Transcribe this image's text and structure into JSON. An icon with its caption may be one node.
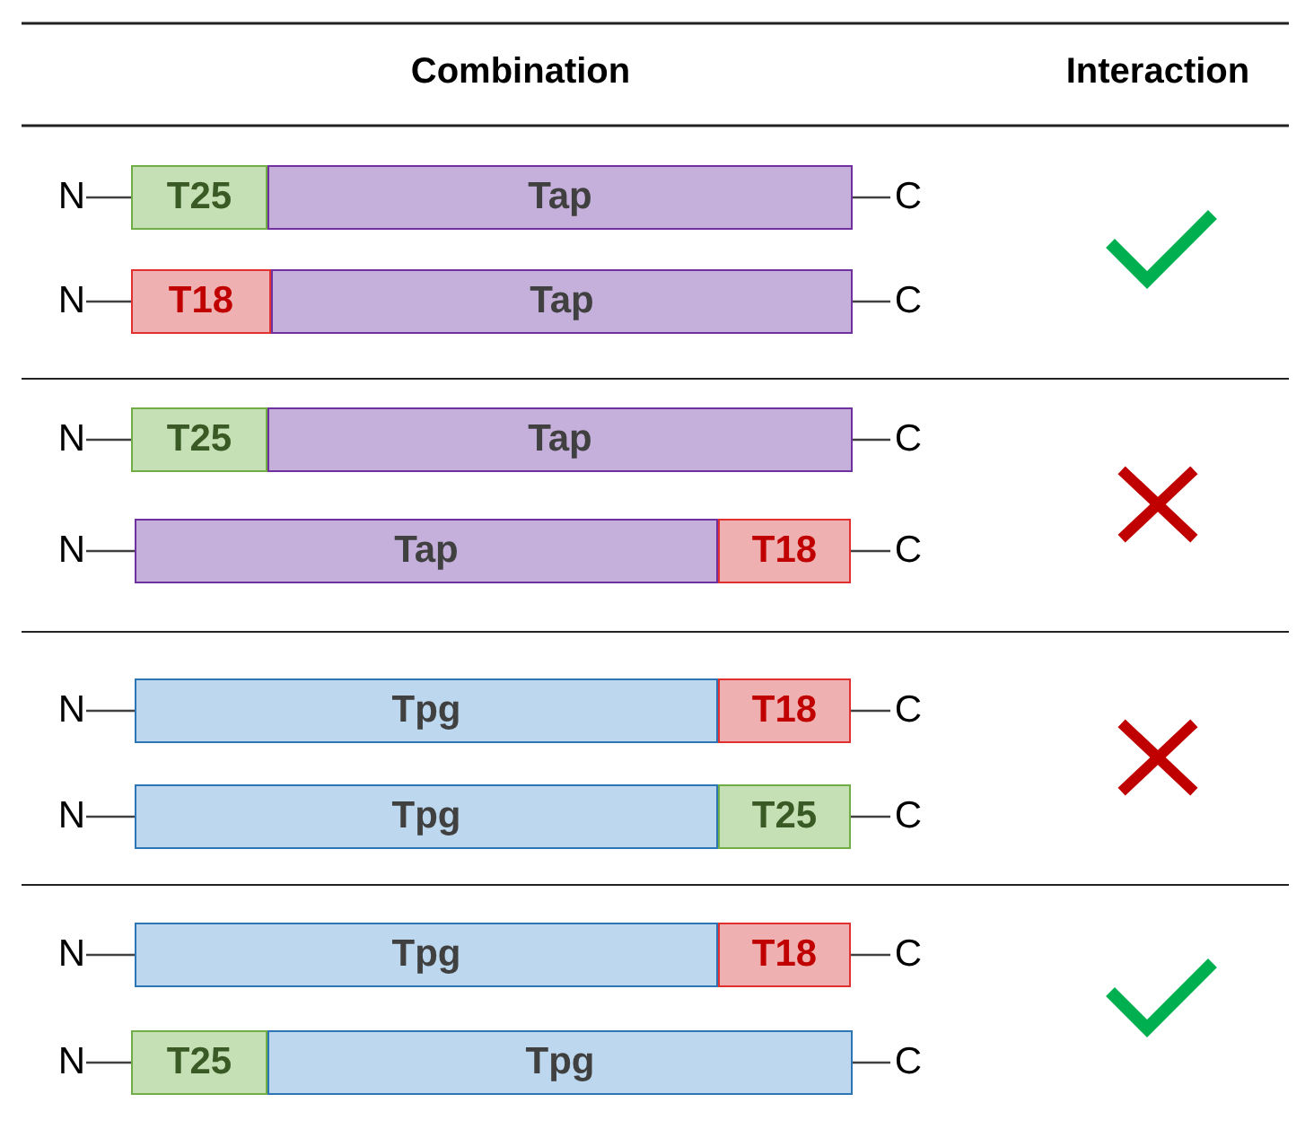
{
  "diagram": {
    "nodes": [
      {
        "text": [
          "N"
        ]
      },
      {
        "text": [
          "T25"
        ]
      },
      {
        "text": [
          "Tap"
        ]
      },
      {
        "text": [
          "C"
        ]
      },
      {
        "text": [
          "N"
        ]
      },
      {
        "text": [
          "T18"
        ]
      },
      {
        "text": [
          "Tap"
        ]
      },
      {
        "text": [
          "C"
        ]
      },
      {
        "text": [
          "N"
        ]
      },
      {
        "text": [
          "T25"
        ]
      },
      {
        "text": [
          "Tap"
        ]
      },
      {
        "text": [
          "C"
        ]
      },
      {
        "text": [
          "N"
        ]
      },
      {
        "text": [
          "Tap"
        ]
      },
      {
        "text": [
          "T18"
        ]
      },
      {
        "text": [
          "C"
        ]
      },
      {
        "text": [
          "N"
        ]
      },
      {
        "text": [
          "Tpg"
        ]
      },
      {
        "text": [
          "T18"
        ]
      },
      {
        "text": [
          "C"
        ]
      },
      {
        "text": [
          "N"
        ]
      },
      {
        "text": [
          "Tpg"
        ]
      },
      {
        "text": [
          "T25"
        ]
      },
      {
        "text": [
          "C"
        ]
      },
      {
        "text": [
          "N"
        ]
      },
      {
        "text": [
          "Tpg"
        ]
      },
      {
        "text": [
          "T18"
        ]
      },
      {
        "text": [
          "C"
        ]
      },
      {
        "text": [
          "N"
        ]
      },
      {
        "text": [
          "T25"
        ]
      },
      {
        "text": [
          "Tpg"
        ]
      },
      {
        "text": [
          "C"
        ]
      }
    ],
    "edges": [
      {
        "from": 0,
        "to": 1,
        "arrow": "none"
      },
      {
        "from": 2,
        "to": 3,
        "arrow": "none"
      },
      {
        "from": 4,
        "to": 5,
        "arrow": "none"
      },
      {
        "from": 6,
        "to": 7,
        "arrow": "none"
      },
      {
        "from": 8,
        "to": 9,
        "arrow": "none"
      },
      {
        "from": 10,
        "to": 11,
        "arrow": "none"
      },
      {
        "from": 12,
        "to": 13,
        "arrow": "none"
      },
      {
        "from": 14,
        "to": 15,
        "arrow": "none"
      },
      {
        "from": 16,
        "to": 17,
        "arrow": "none"
      },
      {
        "from": 18,
        "to": 19,
        "arrow": "none"
      },
      {
        "from": 20,
        "to": 21,
        "arrow": "none"
      },
      {
        "from": 22,
        "to": 23,
        "arrow": "none"
      },
      {
        "from": 24,
        "to": 25,
        "arrow": "none"
      },
      {
        "from": 26,
        "to": 27,
        "arrow": "none"
      },
      {
        "from": 28,
        "to": 29,
        "arrow": "none"
      },
      {
        "from": 30,
        "to": 31,
        "arrow": "none"
      }
    ],
    "labels": [
      "Combination",
      "Interaction"
    ]
  }
}
